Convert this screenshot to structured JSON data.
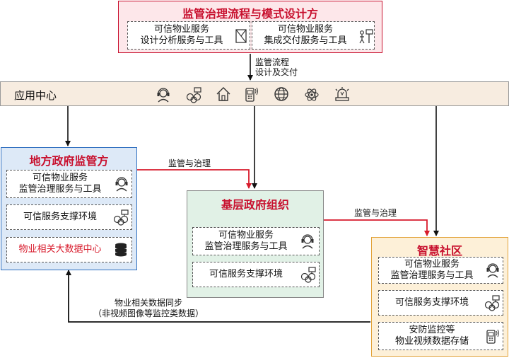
{
  "top": {
    "title": "监管治理流程与模式设计方",
    "box1": {
      "line1": "可信物业服务",
      "line2": "设计分析服务与工具"
    },
    "box2": {
      "line1": "可信物业服务",
      "line2": "集成交付服务与工具"
    }
  },
  "flow_label": {
    "line1": "监管流程",
    "line2": "设计及交付"
  },
  "app_center": {
    "label": "应用中心"
  },
  "local_gov": {
    "title": "地方政府监管方",
    "item1": {
      "line1": "可信物业服务",
      "line2": "监管治理服务与工具"
    },
    "item2": {
      "line1": "可信服务支撑环境"
    },
    "item3": {
      "line1": "物业相关大数据中心"
    }
  },
  "grassroots": {
    "title": "基层政府组织",
    "item1": {
      "line1": "可信物业服务",
      "line2": "监管治理服务与工具"
    },
    "item2": {
      "line1": "可信服务支撑环境"
    }
  },
  "community": {
    "title": "智慧社区",
    "item1": {
      "line1": "可信物业服务",
      "line2": "监管治理服务与工具"
    },
    "item2": {
      "line1": "可信服务支撑环境"
    },
    "item3": {
      "line1": "安防监控等",
      "line2": "物业视频数据存储"
    }
  },
  "edges": {
    "supervise1": "监管与治理",
    "supervise2": "监管与治理",
    "sync_line1": "物业相关数据同步",
    "sync_line2": "（非视频图像等监控类数据）"
  },
  "colors": {
    "top_bg": "#fde7ea",
    "top_border": "#c8102e",
    "app_bg": "#f7ece0",
    "local_bg": "#dde9f7",
    "local_border": "#2f6fc0",
    "grass_bg": "#e1f1e6",
    "comm_bg": "#fdf0d8",
    "comm_border": "#e2a33a",
    "accent_red": "#d81b2c"
  }
}
